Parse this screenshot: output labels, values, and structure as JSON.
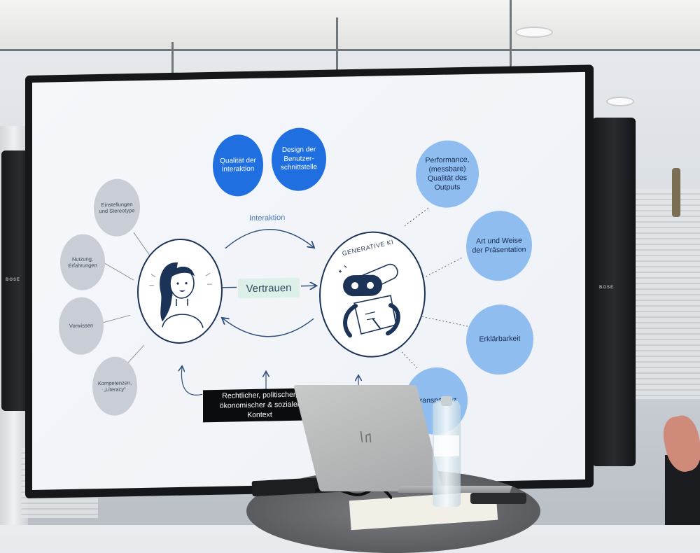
{
  "slide": {
    "top_nodes": [
      "Qualität der Interaktion",
      "Design der Benutzer-schnittstelle"
    ],
    "human_factors": [
      "Einstellungen und Stereotype",
      "Nutzung, Erfahrungen",
      "Vorwissen",
      "Kompetenzen, „Literacy“"
    ],
    "ai_factors": [
      "Performance, (messbare) Qualität des Outputs",
      "Art und Weise der Präsentation",
      "Erklärbarkeit",
      "Transparenz"
    ],
    "interaktion_label": "Interaktion",
    "trust_label": "Vertrauen",
    "gen_ai_label": "GENERATIVE KI",
    "context_label": "Rechtlicher, politischer, ökonomischer & sozialer Kontext"
  },
  "hardware": {
    "speaker_brand": "BOSE"
  },
  "colors": {
    "dark_blue": "#1f6fe0",
    "light_blue": "#8fbdf0",
    "grey": "#c9ced6",
    "trust_green": "#dcefe8",
    "navy": "#1c3358"
  }
}
